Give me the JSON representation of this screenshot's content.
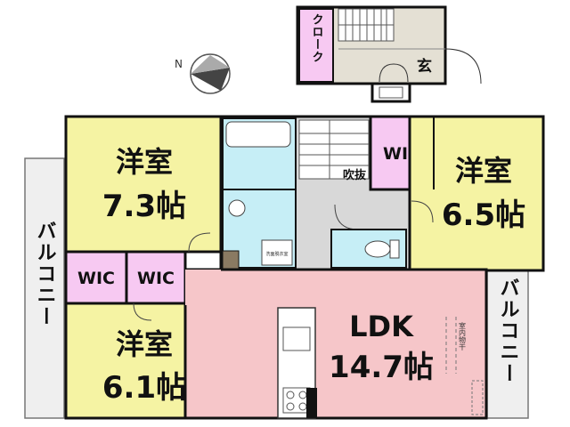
{
  "colors": {
    "bedroom": "#f5f3a3",
    "ldk": "#f6c6c9",
    "wet": "#c6eef6",
    "wic": "#f7c9f2",
    "hall": "#d8d8d8",
    "entry": "#e4e0d4",
    "balcony": "#efefef",
    "wall": "#111111"
  },
  "rooms": {
    "bed1": {
      "name": "洋室",
      "size": "7.3帖"
    },
    "bed2": {
      "name": "洋室",
      "size": "6.5帖"
    },
    "bed3": {
      "name": "洋室",
      "size": "6.1帖"
    },
    "ldk": {
      "name": "LDK",
      "size": "14.7帖"
    }
  },
  "labels": {
    "wic": "WIC",
    "cloak": "クローク",
    "entrance": "玄",
    "fukinuke": "吹抜",
    "balcony": "バルコニー",
    "indoor_drying": "室内物干",
    "washroom_note": "洗面脱衣室",
    "compass": "N"
  }
}
